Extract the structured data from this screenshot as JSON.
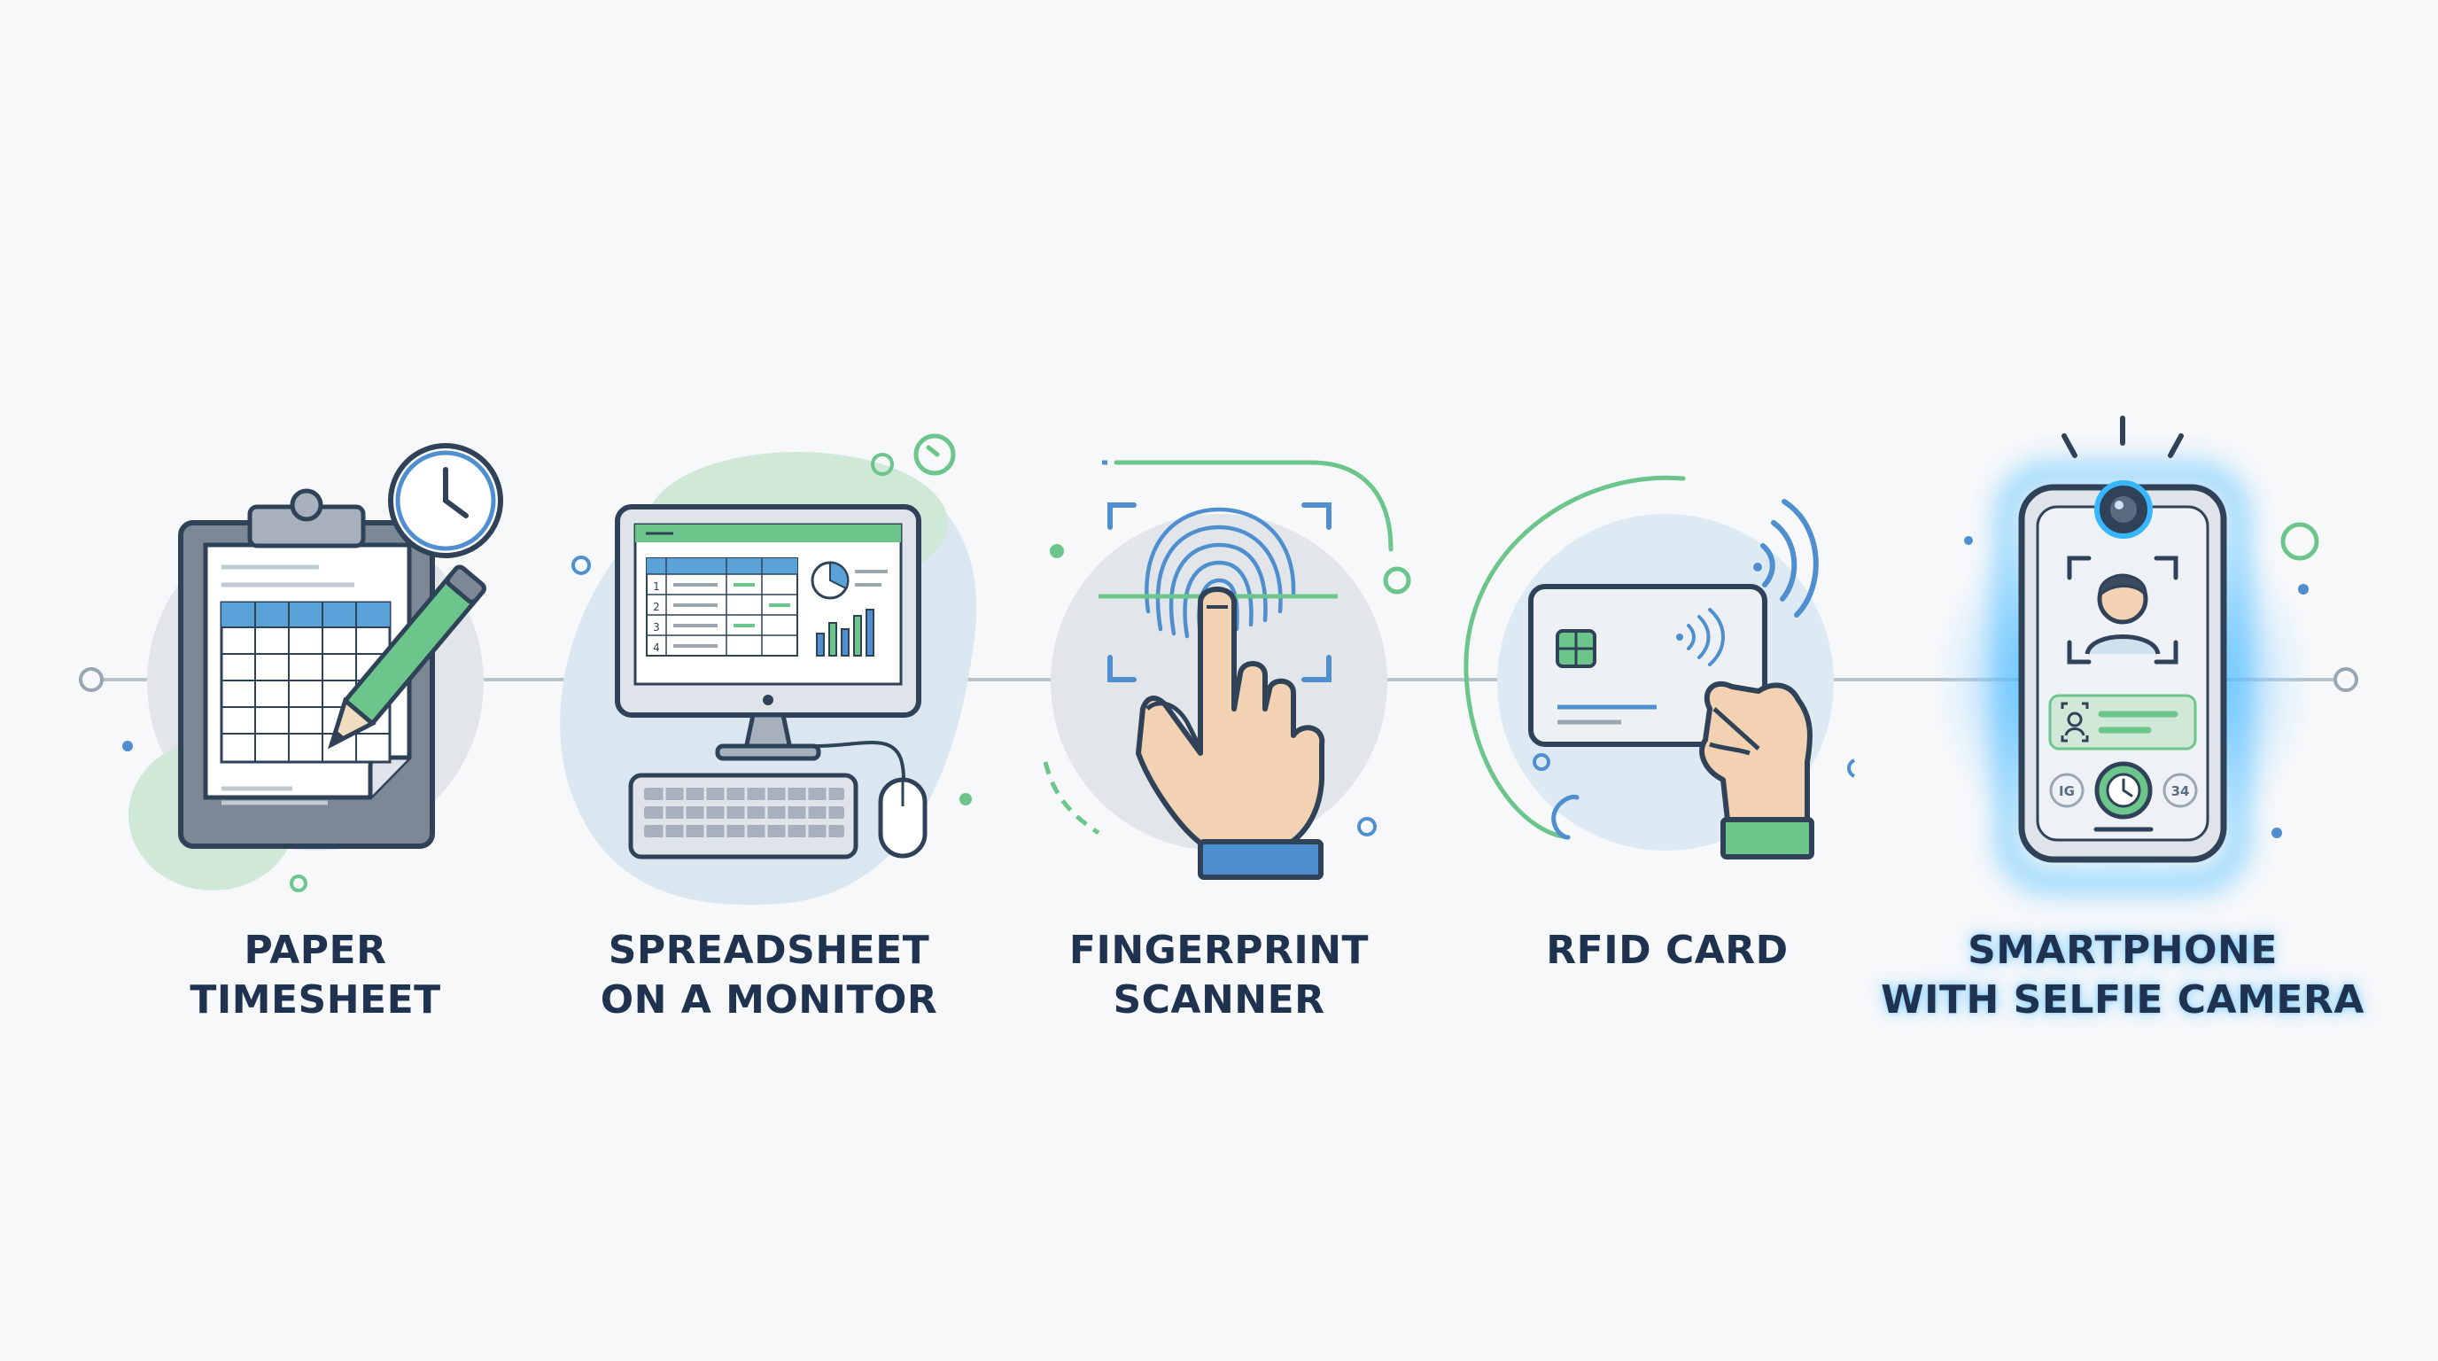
{
  "steps": [
    {
      "id": "paper",
      "icon": "clipboard-timesheet-icon",
      "label_lines": [
        "PAPER",
        "TIMESHEET"
      ]
    },
    {
      "id": "spreadsheet",
      "icon": "desktop-monitor-spreadsheet-icon",
      "label_lines": [
        "SPREADSHEET",
        "ON A MONITOR"
      ],
      "row_numbers": [
        "1",
        "2",
        "3",
        "4"
      ]
    },
    {
      "id": "fingerprint",
      "icon": "fingerprint-scanner-icon",
      "label_lines": [
        "FINGERPRINT",
        "SCANNER"
      ]
    },
    {
      "id": "rfid",
      "icon": "rfid-card-icon",
      "label_lines": [
        "RFID CARD"
      ]
    },
    {
      "id": "smartphone",
      "icon": "smartphone-selfie-icon",
      "label_lines": [
        "SMARTPHONE",
        "WITH SELFIE CAMERA"
      ],
      "highlighted": true,
      "phone_left_text": "IG",
      "phone_right_text": "34"
    }
  ],
  "colors": {
    "outline": "#2f4258",
    "accent_green": "#6cc58a",
    "accent_blue": "#4f8fd0",
    "highlight_glow": "#38b6ff",
    "label": "#1f3350"
  }
}
